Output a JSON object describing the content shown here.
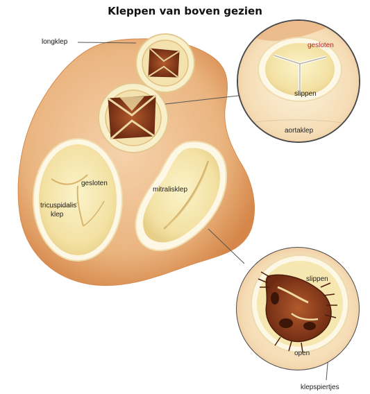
{
  "title": "Kleppen van boven gezien",
  "labels": {
    "longklep": "longklep",
    "gesloten_top": "gesloten",
    "slippen_top": "slippen",
    "aortaklep": "aortaklep",
    "gesloten_left": "gesloten",
    "tricuspidalis_1": "tricuspidalis",
    "tricuspidalis_2": "klep",
    "mitralisklep": "mitralisklep",
    "slippen_bottom": "slippen",
    "open": "open",
    "klepspiertjes": "klepspiertjes"
  },
  "colors": {
    "tissue_light": "#f2c596",
    "tissue_dark": "#d9894d",
    "valve_yellow": "#f7ebb3",
    "rim_white": "#fdf8e6",
    "opening_dark": "#8c3b1c",
    "red_label": "#b2231d"
  }
}
